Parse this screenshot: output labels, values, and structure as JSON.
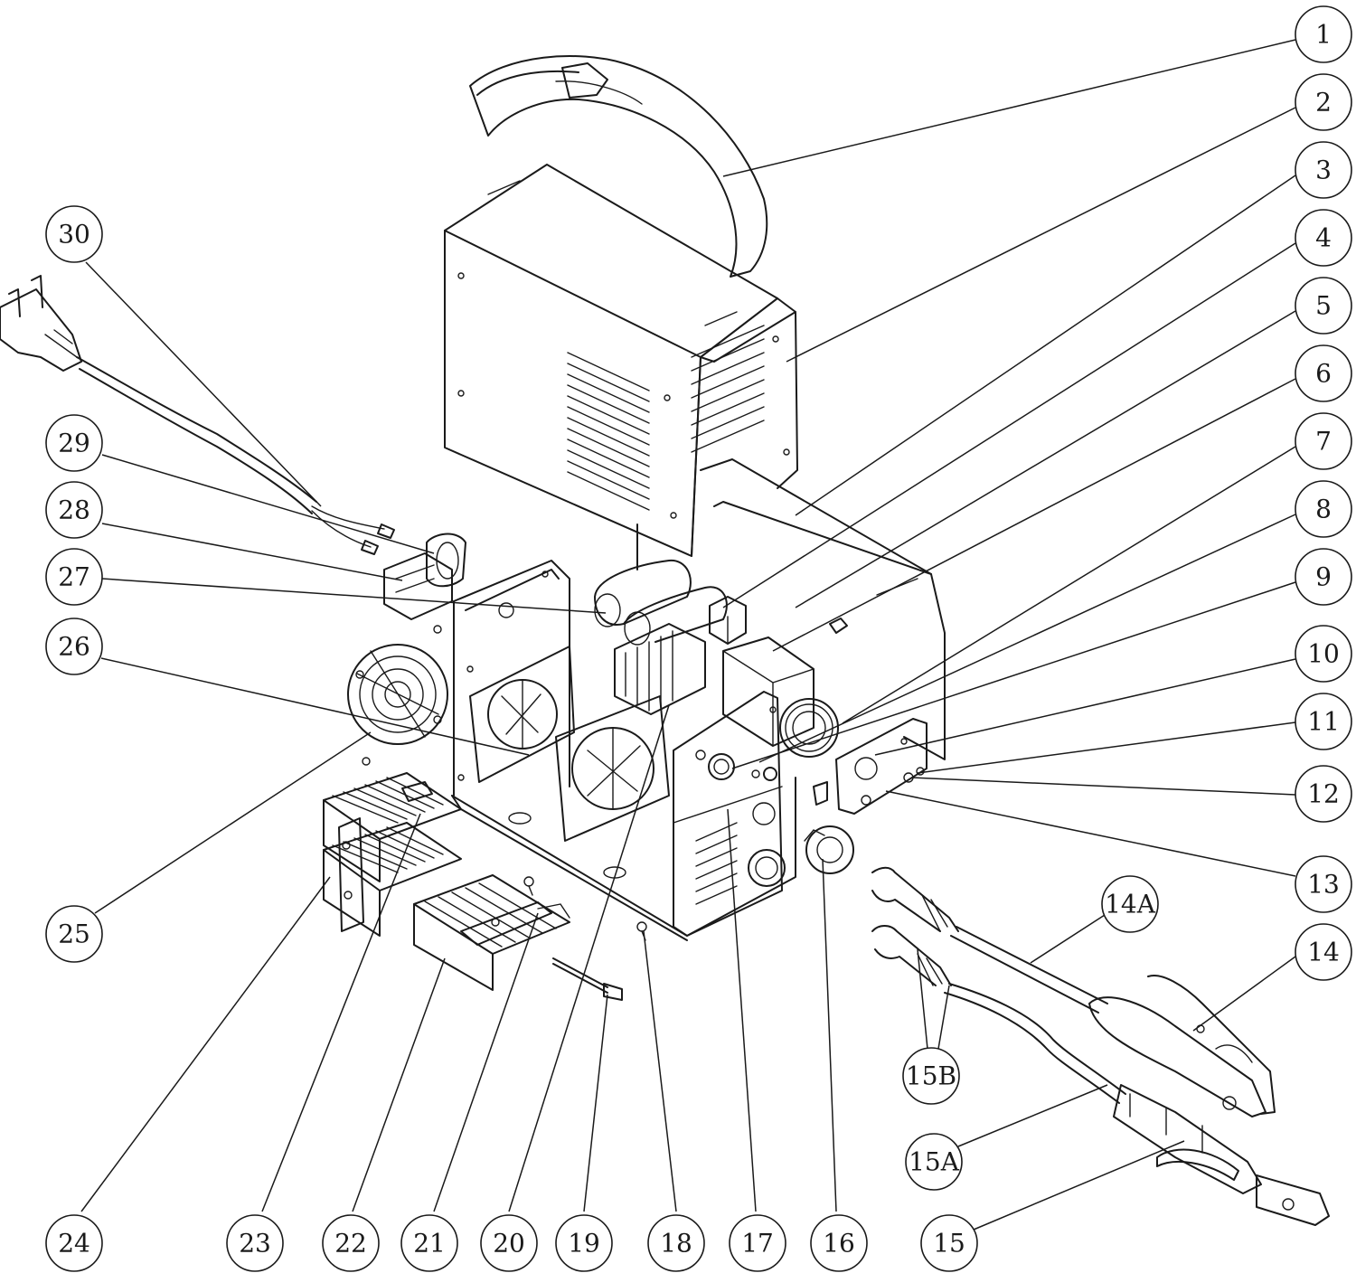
{
  "colors": {
    "ink": "#1a1a1a",
    "paper": "#ffffff"
  },
  "callouts": [
    "1",
    "2",
    "3",
    "4",
    "5",
    "6",
    "7",
    "8",
    "9",
    "10",
    "11",
    "12",
    "13",
    "14A",
    "14",
    "15B",
    "15A",
    "15",
    "16",
    "17",
    "18",
    "19",
    "20",
    "21",
    "22",
    "23",
    "24",
    "25",
    "26",
    "27",
    "28",
    "29",
    "30"
  ]
}
